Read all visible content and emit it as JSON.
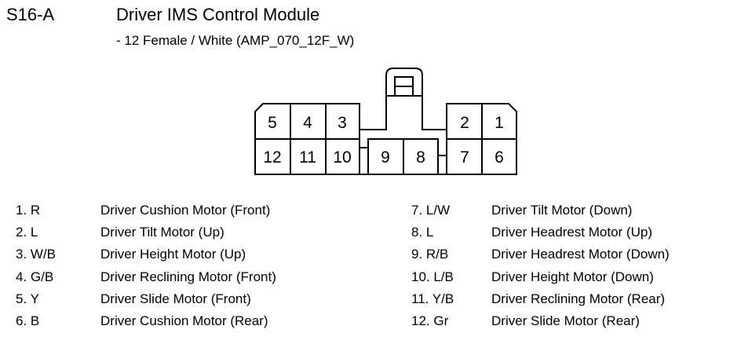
{
  "header": {
    "code": "S16-A",
    "title": "Driver IMS Control Module",
    "subtitle": "- 12 Female / White (AMP_070_12F_W)"
  },
  "connector": {
    "pins": [
      "1",
      "2",
      "3",
      "4",
      "5",
      "6",
      "7",
      "8",
      "9",
      "10",
      "11",
      "12"
    ]
  },
  "pinout": {
    "left": [
      {
        "pin": "1. R",
        "function": "Driver Cushion Motor (Front)"
      },
      {
        "pin": "2. L",
        "function": "Driver Tilt Motor (Up)"
      },
      {
        "pin": "3. W/B",
        "function": "Driver Height Motor (Up)"
      },
      {
        "pin": "4. G/B",
        "function": "Driver Reclining Motor (Front)"
      },
      {
        "pin": "5. Y",
        "function": "Driver Slide Motor (Front)"
      },
      {
        "pin": "6. B",
        "function": "Driver Cushion Motor (Rear)"
      }
    ],
    "right": [
      {
        "pin": "7. L/W",
        "function": "Driver Tilt Motor (Down)"
      },
      {
        "pin": "8. L",
        "function": "Driver Headrest Motor (Up)"
      },
      {
        "pin": "9. R/B",
        "function": "Driver Headrest Motor (Down)"
      },
      {
        "pin": "10. L/B",
        "function": "Driver Height Motor (Down)"
      },
      {
        "pin": "11. Y/B",
        "function": "Driver Reclining Motor (Rear)"
      },
      {
        "pin": "12. Gr",
        "function": "Driver Slide Motor (Rear)"
      }
    ]
  }
}
